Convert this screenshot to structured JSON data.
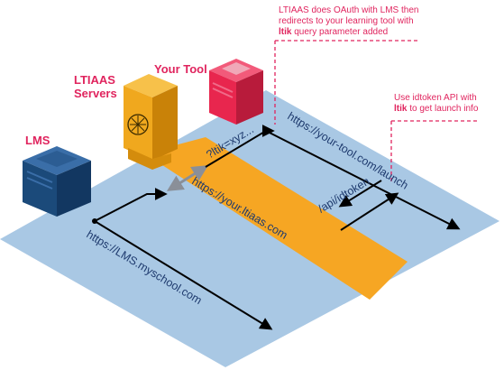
{
  "nodes": {
    "lms": {
      "label": "LMS"
    },
    "ltiaas": {
      "label_line1": "LTIAAS",
      "label_line2": "Servers"
    },
    "tool": {
      "label": "Your Tool"
    }
  },
  "urls": {
    "lms": "https://LMS.myschool.com",
    "ltiaas": "https://your.ltiaas.com",
    "tool_launch": "https://your-tool.com/launch",
    "ltik_query": "?ltik=xyz...",
    "idtoken": "/api/idtoken"
  },
  "notes": {
    "oauth": {
      "line1": "LTIAAS does OAuth with LMS then",
      "line2": "redirects to your learning tool with",
      "keyword": "ltik",
      "line3_rest": " query parameter added"
    },
    "idtoken": {
      "line1": "Use idtoken API with",
      "keyword": "ltik",
      "line2_rest": " to get launch info"
    }
  },
  "colors": {
    "plane": "#a9c8e4",
    "band": "#f6a623",
    "lms_box": "#1b4a7a",
    "ltiaas_box": "#f0a81e",
    "tool_box": "#e8264e",
    "accent_text": "#e0245e",
    "url_text": "#1e3a6e"
  }
}
